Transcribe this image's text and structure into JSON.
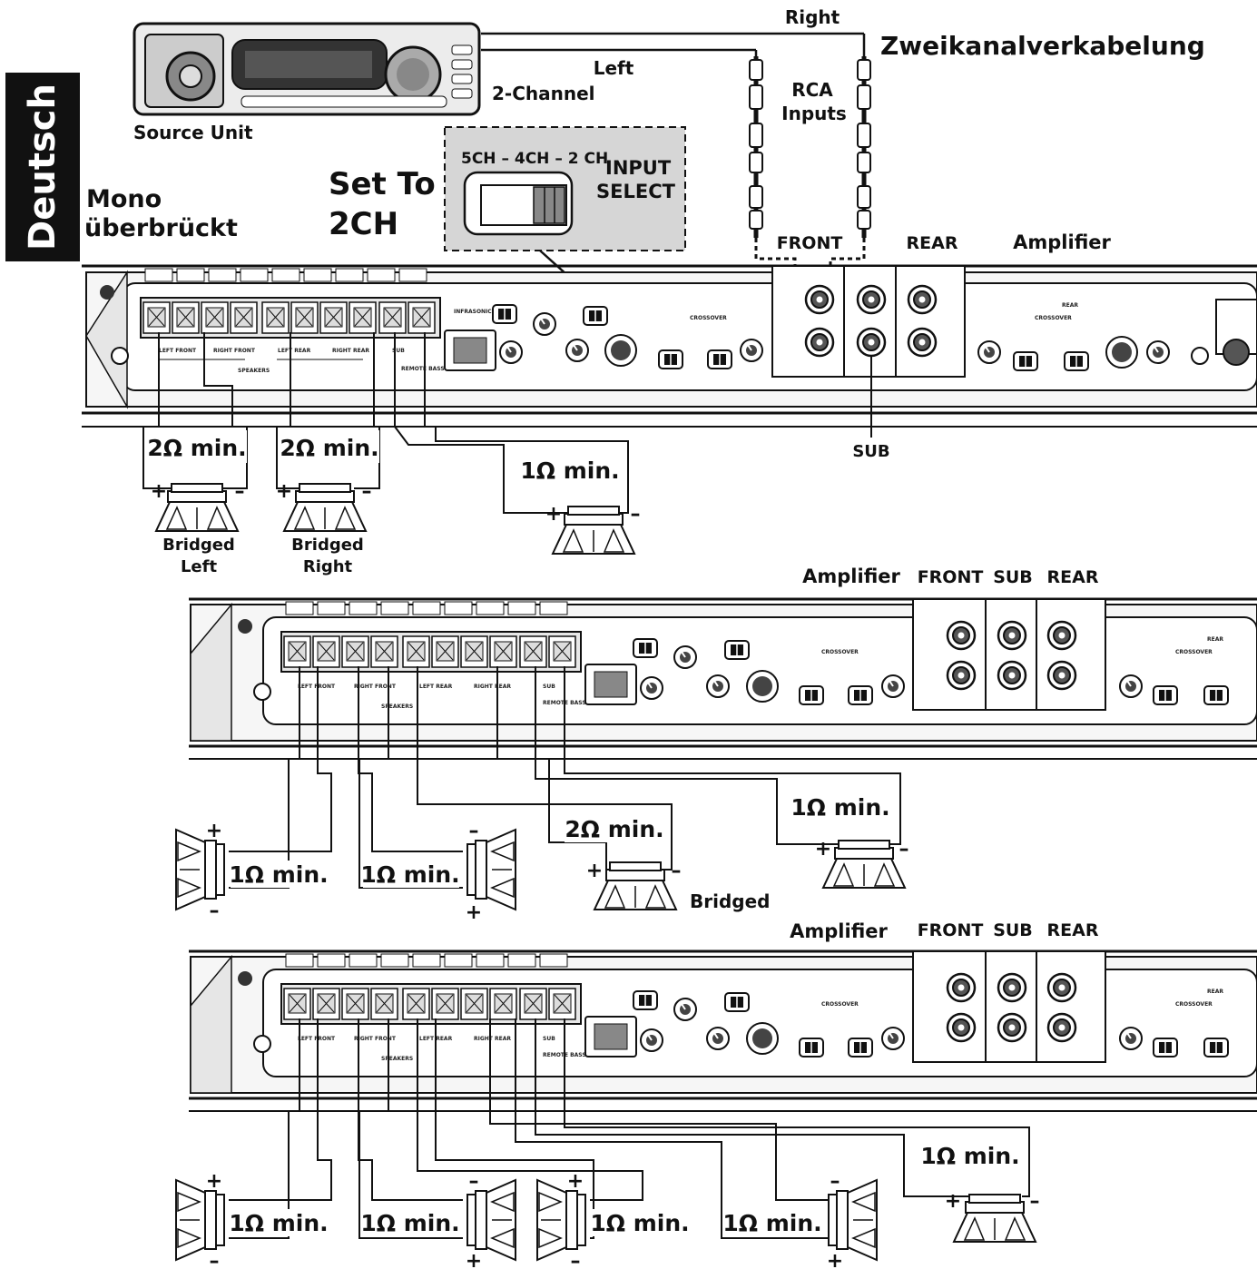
{
  "language_tab": "Deutsch",
  "title": "Zweikanalverkabelung",
  "source_unit": "Source Unit",
  "channel_left": "Left",
  "channel_right": "Right",
  "two_channel": "2-Channel",
  "rca_inputs_1": "RCA",
  "rca_inputs_2": "Inputs",
  "mono_bridged_1": "Mono",
  "mono_bridged_2": "überbrückt",
  "set_to_1": "Set To",
  "set_to_2": "2CH",
  "switch_modes": "5CH – 4CH – 2 CH",
  "input_select_1": "INPUT",
  "input_select_2": "SELECT",
  "amplifier": "Amplifier",
  "front": "FRONT",
  "rear": "REAR",
  "sub": "SUB",
  "d1": {
    "spk_a_imp": "2Ω min.",
    "spk_a_1": "Bridged",
    "spk_a_2": "Left",
    "spk_b_imp": "2Ω min.",
    "spk_b_1": "Bridged",
    "spk_b_2": "Right",
    "spk_c_imp": "1Ω min."
  },
  "d2": {
    "spk_a_imp": "1Ω min.",
    "spk_b_imp": "1Ω min.",
    "spk_c_imp": "2Ω min.",
    "spk_c_label": "Bridged",
    "spk_d_imp": "1Ω min."
  },
  "d3": {
    "spk_a_imp": "1Ω min.",
    "spk_b_imp": "1Ω min.",
    "spk_c_imp": "1Ω min.",
    "spk_d_imp": "1Ω min.",
    "spk_e_imp": "1Ω min."
  },
  "plus": "+",
  "minus": "–"
}
